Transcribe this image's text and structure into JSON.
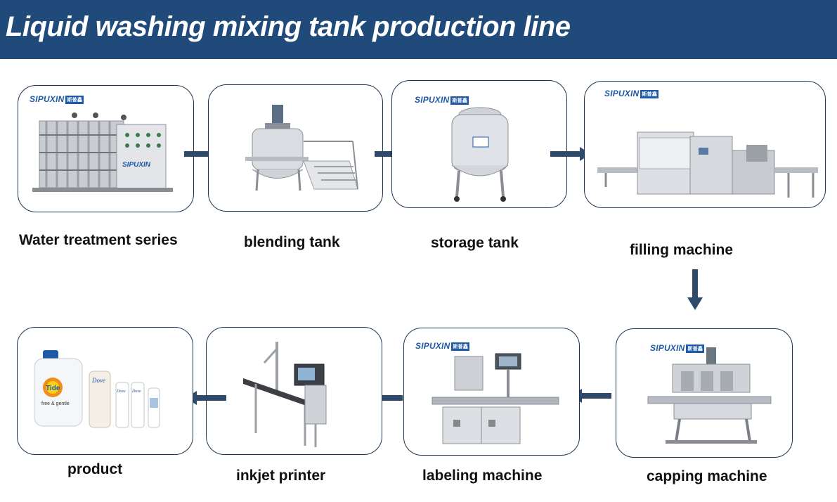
{
  "title": "Liquid washing mixing tank production line",
  "brand": "SIPUXIN",
  "brand_cn": "斯普鑫",
  "steps": [
    {
      "label": "Water treatment series"
    },
    {
      "label": "blending tank"
    },
    {
      "label": "storage tank"
    },
    {
      "label": "filling machine"
    },
    {
      "label": "capping machine"
    },
    {
      "label": "labeling machine"
    },
    {
      "label": "inkjet printer"
    },
    {
      "label": "product"
    }
  ],
  "product_labels": {
    "detergent": "Tide",
    "detergent_sub": "free & gentle",
    "shampoo": "Dove"
  },
  "colors": {
    "banner": "#1f4a7a",
    "arrow": "#2e4a6b",
    "card_border": "#1d3550",
    "brand": "#1e5aa8"
  }
}
